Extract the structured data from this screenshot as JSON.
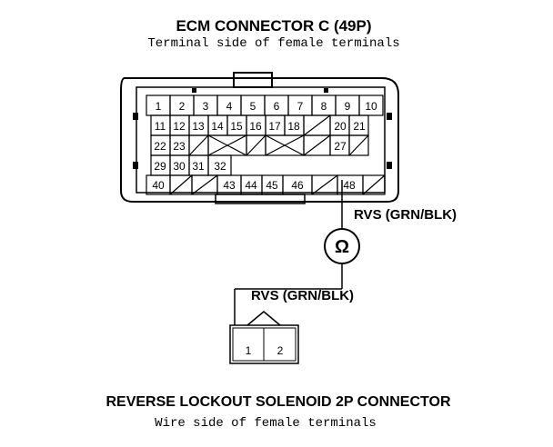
{
  "ecm_connector": {
    "title": "ECM CONNECTOR C (49P)",
    "subtitle": "Terminal side of female terminals",
    "terminals": [
      [
        "1",
        "2",
        "3",
        "4",
        "5",
        "6",
        "7",
        "8",
        "9",
        "10"
      ],
      [
        "11",
        "12",
        "13",
        "14",
        "15",
        "16",
        "17",
        "18",
        "",
        "20",
        "21"
      ],
      [
        "22",
        "23",
        "",
        "",
        "",
        "",
        "",
        "",
        "",
        "27"
      ],
      [
        "29",
        "30",
        "31",
        "32"
      ],
      [
        "40",
        "",
        "",
        "43",
        "44",
        "45",
        "46",
        "",
        "48"
      ]
    ]
  },
  "wire": {
    "upper_label": "RVS (GRN/BLK)",
    "meter_symbol": "Ω",
    "lower_label": "RVS (GRN/BLK)"
  },
  "solenoid_connector": {
    "pin1": "1",
    "pin2": "2",
    "title": "REVERSE LOCKOUT SOLENOID 2P CONNECTOR",
    "subtitle": "Wire side of female terminals"
  }
}
